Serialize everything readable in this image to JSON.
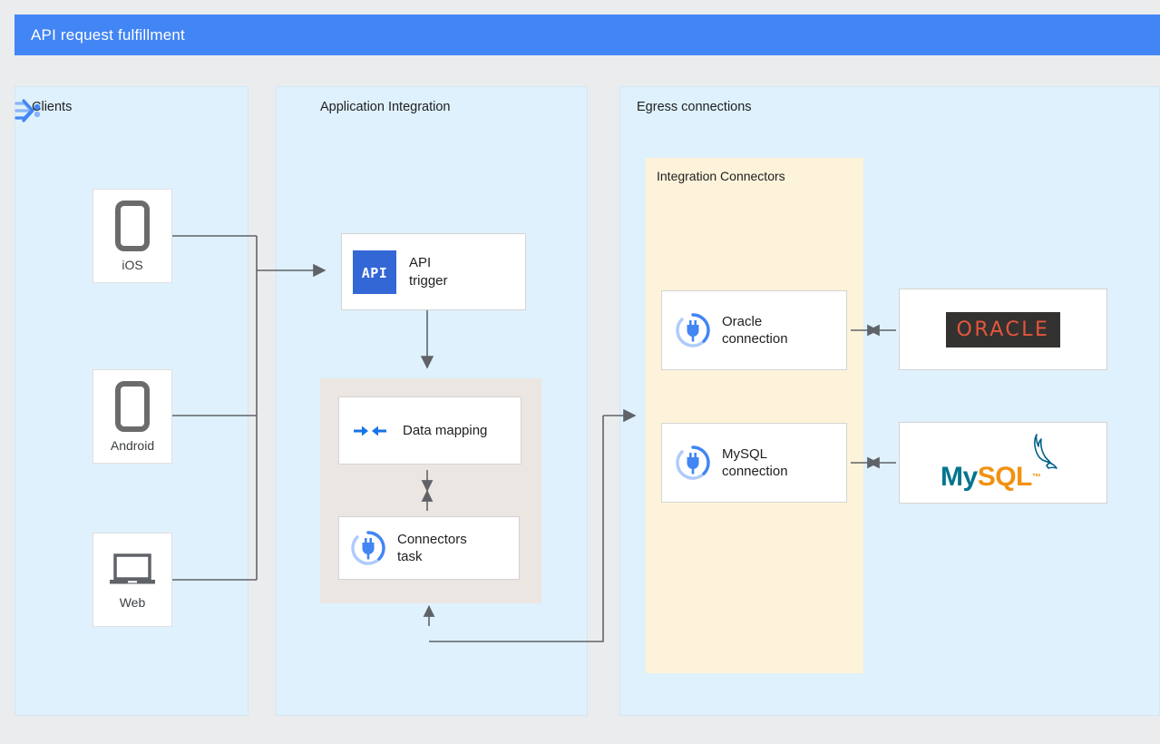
{
  "header": {
    "title": "API request fulfillment",
    "accent": "#4285f4"
  },
  "panels": {
    "clients": {
      "title": "Clients",
      "items": [
        {
          "label": "iOS",
          "icon": "phone-icon"
        },
        {
          "label": "Android",
          "icon": "phone-icon"
        },
        {
          "label": "Web",
          "icon": "laptop-icon"
        }
      ]
    },
    "application_integration": {
      "title": "Application Integration",
      "icon": "application-integration-icon",
      "nodes": [
        {
          "label": "API\ntrigger",
          "icon": "api-icon"
        },
        {
          "label": "Data mapping",
          "icon": "data-mapping-icon"
        },
        {
          "label": "Connectors\ntask",
          "icon": "connector-plug-icon"
        }
      ]
    },
    "egress": {
      "title": "Egress connections",
      "connectors_group": {
        "title": "Integration Connectors",
        "color": "#fdf3da",
        "connections": [
          {
            "label": "Oracle\nconnection",
            "icon": "connector-plug-icon"
          },
          {
            "label": "MySQL\nconnection",
            "icon": "connector-plug-icon"
          }
        ]
      },
      "systems": [
        {
          "name": "ORACLE",
          "logo": "oracle-logo",
          "color": "#e4563c",
          "background": "#343230"
        },
        {
          "name": "MySQL",
          "logo": "mysql-logo",
          "color_primary": "#00758f",
          "color_secondary": "#f29111",
          "trademark": "™"
        }
      ]
    }
  },
  "colors": {
    "panel_background": "#dff1fc",
    "group_background": "#ece6e2",
    "connectors_background": "#fdf3da",
    "page_background": "#ebecee",
    "wire": "#5f6368",
    "icon_blue": "#1a73e8"
  }
}
